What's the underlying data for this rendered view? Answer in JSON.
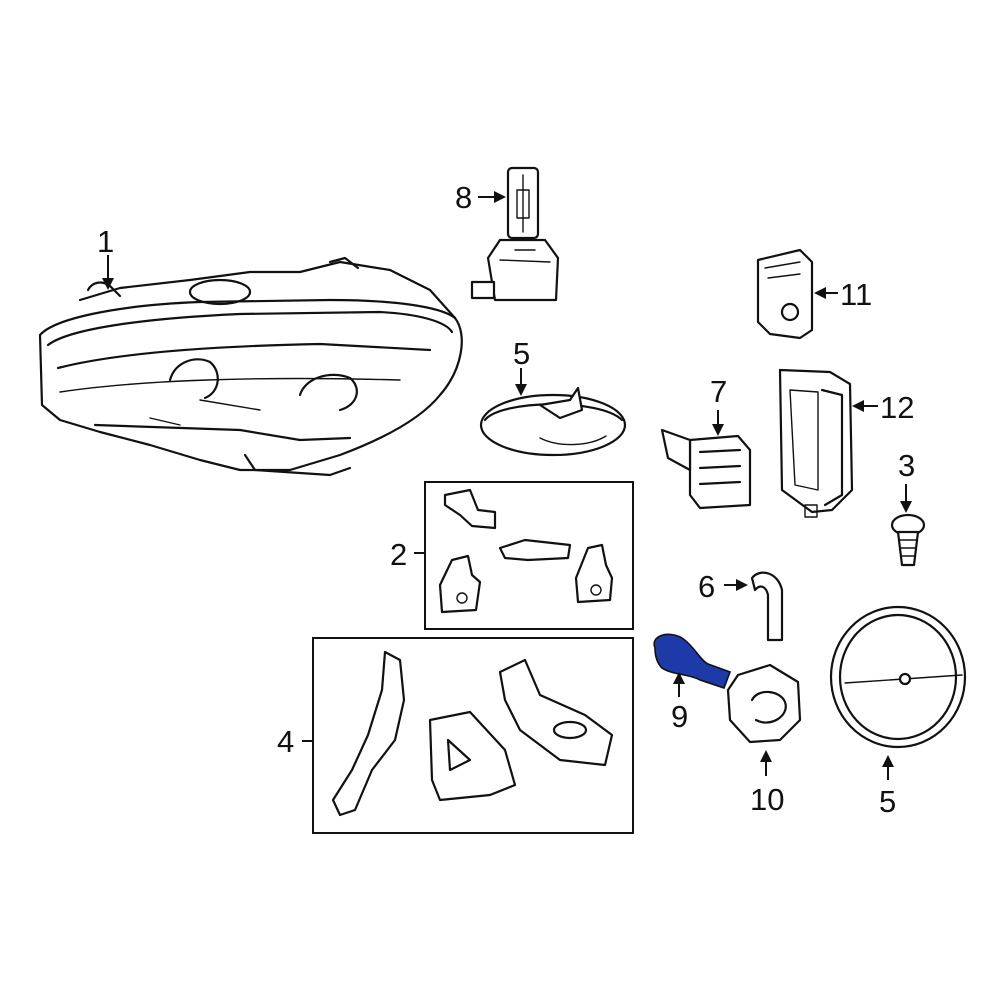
{
  "diagram": {
    "labels": {
      "headlamp": "1",
      "bracket_kit": "2",
      "screw": "3",
      "mount_kit": "4",
      "cap_top": "5",
      "cap_round": "5",
      "hose": "6",
      "ballast": "7",
      "xenon_bulb": "8",
      "bulb_socket": "9",
      "socket_holder": "10",
      "control_module": "11",
      "drl_module": "12"
    },
    "highlight_color": "#1e3aa8",
    "highlighted_part": "9"
  }
}
